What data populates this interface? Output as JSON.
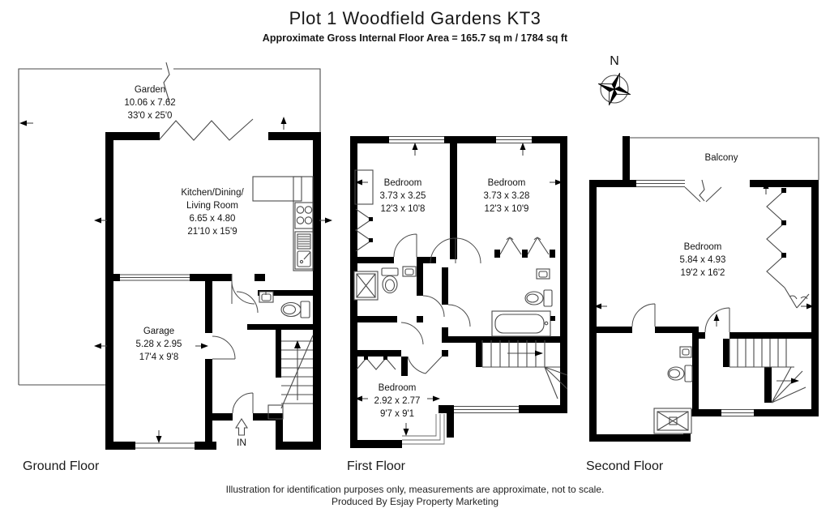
{
  "header": {
    "title": "Plot 1 Woodfield Gardens KT3",
    "subtitle": "Approximate Gross Internal Floor Area = 165.7 sq m / 1784 sq ft"
  },
  "compass": {
    "north_label": "N"
  },
  "floors": {
    "ground": {
      "label": "Ground Floor",
      "entrance_label": "IN",
      "rooms": {
        "garden": {
          "name": "Garden",
          "metric": "10.06 x 7.62",
          "imperial": "33'0 x 25'0"
        },
        "kitchen": {
          "name_line1": "Kitchen/Dining/",
          "name_line2": "Living Room",
          "metric": "6.65 x 4.80",
          "imperial": "21'10 x 15'9"
        },
        "garage": {
          "name": "Garage",
          "metric": "5.28 x 2.95",
          "imperial": "17'4 x 9'8"
        }
      }
    },
    "first": {
      "label": "First Floor",
      "rooms": {
        "bedroom1": {
          "name": "Bedroom",
          "metric": "3.73 x 3.25",
          "imperial": "12'3 x 10'8"
        },
        "bedroom2": {
          "name": "Bedroom",
          "metric": "3.73 x 3.28",
          "imperial": "12'3 x 10'9"
        },
        "bedroom3": {
          "name": "Bedroom",
          "metric": "2.92 x 2.77",
          "imperial": "9'7 x 9'1"
        }
      }
    },
    "second": {
      "label": "Second Floor",
      "rooms": {
        "balcony": {
          "name": "Balcony"
        },
        "bedroom": {
          "name": "Bedroom",
          "metric": "5.84 x 4.93",
          "imperial": "19'2 x 16'2"
        }
      }
    }
  },
  "footer": {
    "line1": "Illustration for identification purposes only, measurements are approximate, not to scale.",
    "line2": "Produced By Esjay Property Marketing"
  },
  "colors": {
    "wall": "#000000",
    "background": "#ffffff",
    "line": "#4a4a4a"
  }
}
